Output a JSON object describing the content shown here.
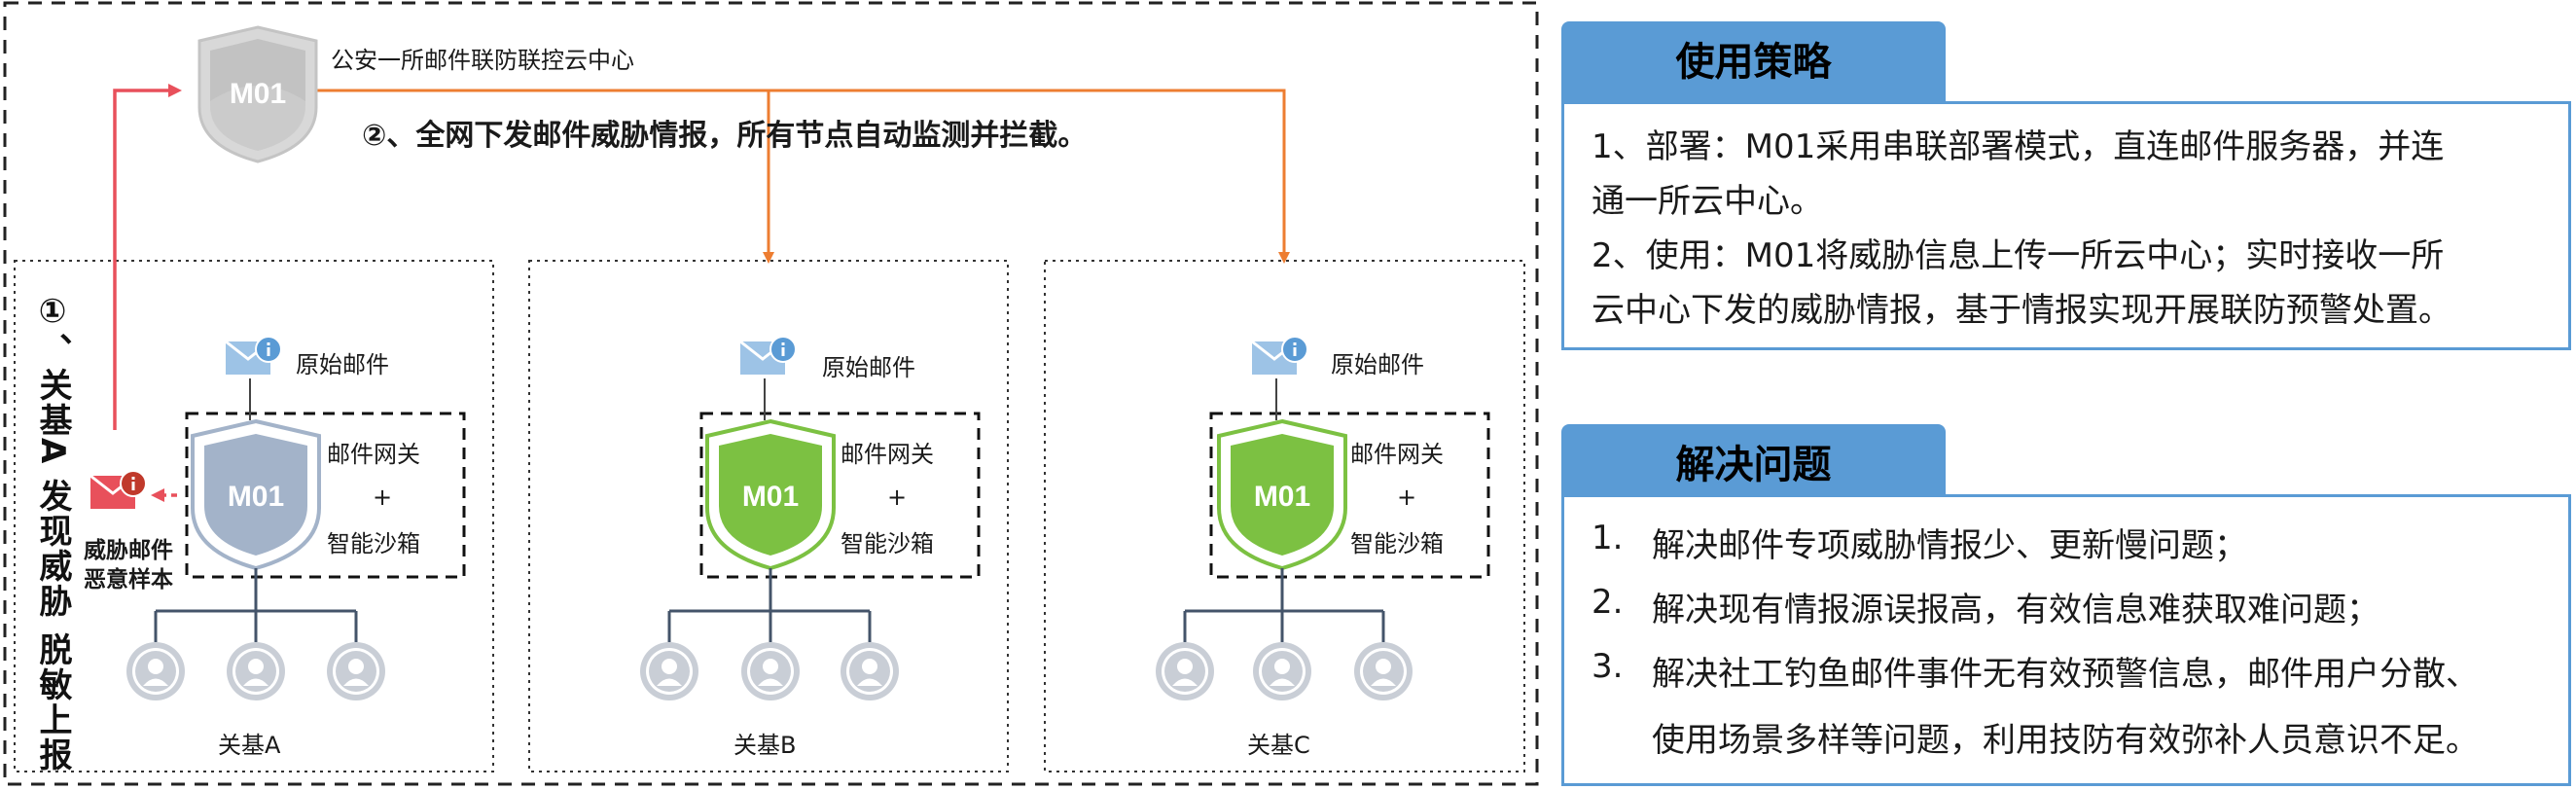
{
  "cloud": {
    "badge": "M01",
    "label": "公安一所邮件联防联控云中心",
    "distribution": "②、全网下发邮件威胁情报，所有节点自动监测并拦截。"
  },
  "step1_vertical": "①、关基A 发现威胁 脱敏上报",
  "threat": {
    "line1": "威胁邮件",
    "line2": "恶意样本"
  },
  "sites": [
    {
      "name": "关基A",
      "mail": "原始邮件",
      "badge": "M01",
      "gw_line1": "邮件网关",
      "gw_plus": "+",
      "gw_line2": "智能沙箱",
      "shield": "#a3b3c9"
    },
    {
      "name": "关基B",
      "mail": "原始邮件",
      "badge": "M01",
      "gw_line1": "邮件网关",
      "gw_plus": "+",
      "gw_line2": "智能沙箱",
      "shield": "#7cc142"
    },
    {
      "name": "关基C",
      "mail": "原始邮件",
      "badge": "M01",
      "gw_line1": "邮件网关",
      "gw_plus": "+",
      "gw_line2": "智能沙箱",
      "shield": "#7cc142"
    }
  ],
  "strategy": {
    "title": "使用策略",
    "lines": [
      "1、部署：M01采用串联部署模式，直连邮件服务器，并连",
      "通一所云中心。",
      "2、使用：M01将威胁信息上传一所云中心；实时接收一所",
      "云中心下发的威胁情报，基于情报实现开展联防预警处置。"
    ]
  },
  "problems": {
    "title": "解决问题",
    "items": [
      {
        "num": "1.",
        "text": "解决邮件专项威胁情报少、更新慢问题；"
      },
      {
        "num": "2.",
        "text": "解决现有情报源误报高，有效信息难获取难问题；"
      },
      {
        "num": "3.",
        "text": "解决社工钓鱼邮件事件无有效预警信息，邮件用户分散、"
      },
      {
        "num": "",
        "text": "使用场景多样等问题，利用技防有效弥补人员意识不足。"
      }
    ]
  },
  "colors": {
    "accent_blue": "#5a9bd5",
    "arrow_orange": "#ed7d31",
    "arrow_red": "#e8505b",
    "shield_gray": "#a3b3c9",
    "shield_green": "#7cc142"
  }
}
